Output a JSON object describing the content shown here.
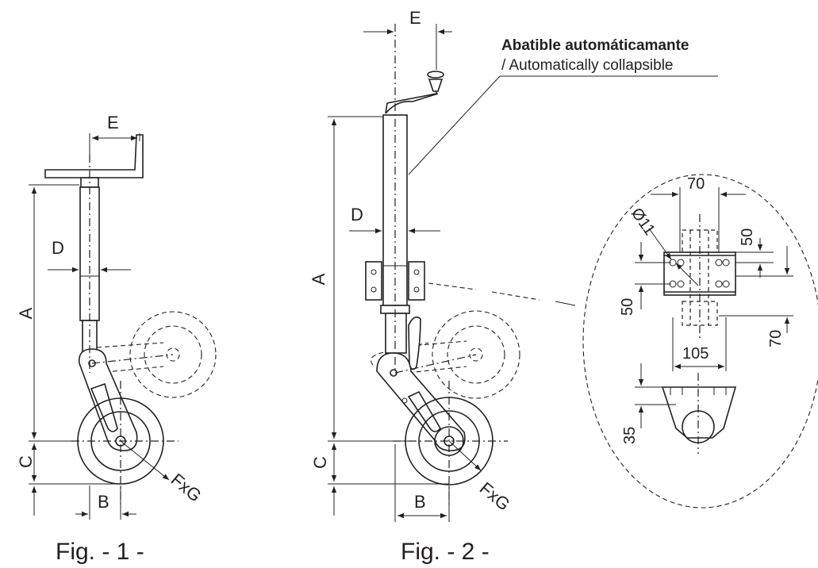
{
  "figure1": {
    "caption": "Fig. - 1 -",
    "labels": {
      "A": "A",
      "B": "B",
      "C": "C",
      "D": "D",
      "E": "E",
      "FxG": "FxG"
    }
  },
  "figure2": {
    "caption": "Fig. - 2 -",
    "labels": {
      "A": "A",
      "B": "B",
      "C": "C",
      "D": "D",
      "E": "E",
      "FxG": "FxG"
    },
    "callout_bold": "Abatible automáticamante",
    "callout_sub": "/ Automatically collapsible"
  },
  "detail": {
    "dims": {
      "w70": "70",
      "hole": "Ø11",
      "h50_right": "50",
      "h50_left": "50",
      "h70_right": "70",
      "w105": "105",
      "h35": "35"
    }
  },
  "colors": {
    "ink": "#231f20",
    "background": "#ffffff"
  }
}
